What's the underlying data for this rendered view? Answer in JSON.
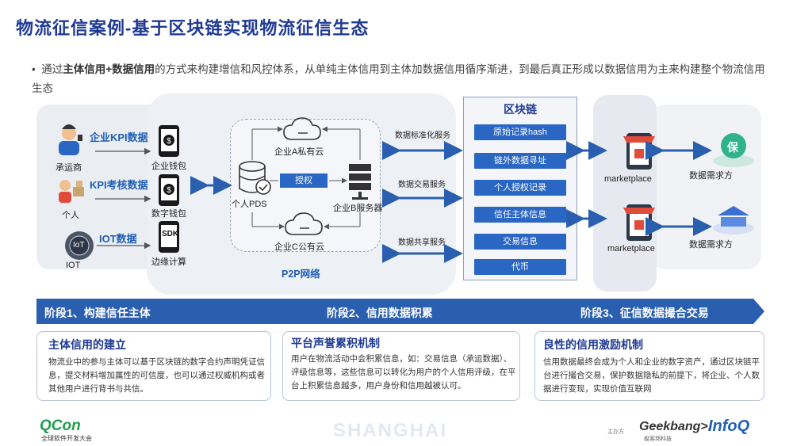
{
  "title": "物流征信案例-基于区块链实现物流征信生态",
  "bullet": {
    "prefix": "通过",
    "bold1": "主体信用",
    "plus": "+",
    "bold2": "数据信用",
    "rest_line": "的方式来构建增信和风控体系，从单纯主体信用到主体加数据信用循序渐进，到最后真正形成以数据信用为主来构建整个物流信用生态"
  },
  "left": {
    "rows": [
      {
        "data_label": "企业KPI数据",
        "actor": "承运商",
        "wallet": "企业钱包"
      },
      {
        "data_label": "KPI考核数据",
        "actor": "个人",
        "wallet": "数字钱包"
      },
      {
        "data_label": "IOT数据",
        "actor": "IOT",
        "wallet": "边缘计算"
      }
    ],
    "iot_badge": "IoT",
    "sdk_badge": "SDK"
  },
  "p2p": {
    "label": "P2P网络",
    "cloud_a": "企业A私有云",
    "cloud_c": "企业C公有云",
    "pds": "个人PDS",
    "server_b": "企业B服务器",
    "auth": "授权"
  },
  "services": [
    "数据标准化服务",
    "数据交易服务",
    "数据共享服务"
  ],
  "chain": {
    "title": "区块链",
    "items": [
      "原始记录hash",
      "链外数据寻址",
      "个人授权记录",
      "信任主体信息",
      "交易信息",
      "代币"
    ]
  },
  "right": {
    "market1": "marketplace",
    "market2": "marketplace",
    "demand1": "数据需求方",
    "demand2": "数据需求方",
    "bao": "保"
  },
  "phases": [
    "阶段1、构建信任主体",
    "阶段2、信用数据积累",
    "阶段3、征信数据撮合交易"
  ],
  "cards": [
    {
      "heading": "主体信用的建立",
      "text": "物流业中的参与主体可以基于区块链的数字合约声明凭证信息，提交材料增加属性的可信度，也可以通过权威机构或者其他用户进行背书与共信。"
    },
    {
      "heading": "平台声誉累积机制",
      "text": "用户在物流活动中会积累信息，如：交易信息（承运数据）、评级信息等，这些信息可以转化为用户的个人信用评级，在平台上积累信息越多，用户身份和信用越被认可。"
    },
    {
      "heading": "良性的信用激励机制",
      "text": "信用数据最终会成为个人和企业的数字资产，通过区块链平台进行撮合交易，保护数据隐私的前提下，将企业、个人数据进行变现，实现价值互联网"
    }
  ],
  "footer": {
    "qcon": "QCon",
    "qcon_sub": "全球软件开发大会",
    "city": "SHANGHAI",
    "host": "主办方",
    "geek": "Geekbang>.",
    "geek_sub": "极客邦科技",
    "infoq": "InfoQ"
  },
  "colors": {
    "primary": "#1f3a93",
    "accent": "#2a66c4",
    "arrow": "#2a5fb0"
  }
}
